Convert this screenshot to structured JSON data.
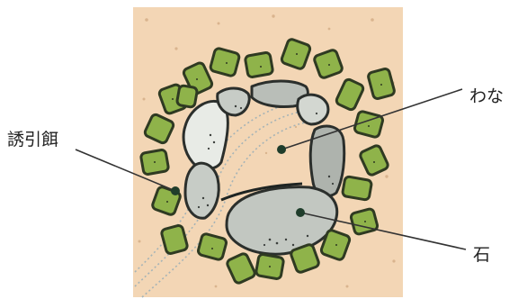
{
  "labels": {
    "lure_bait": "誘引餌",
    "trap": "わな",
    "stone": "石"
  },
  "colors": {
    "background": "#f3d6b5",
    "bait_fill": "#8fb34a",
    "bait_stroke": "#2f3a22",
    "stone_fill": "#c7ccc6",
    "stone_fill_light": "#e8ebe6",
    "leader_line": "#333333",
    "dot": "#1f3d2b"
  }
}
